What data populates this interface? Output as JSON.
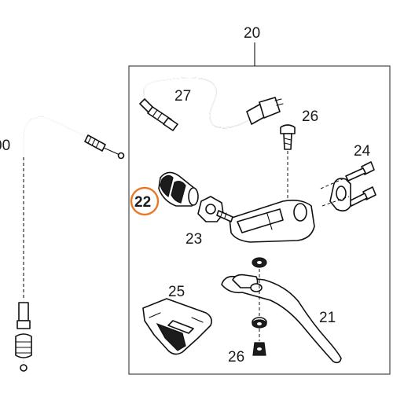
{
  "diagram": {
    "callouts": {
      "assembly": "20",
      "lever": "21",
      "adjuster_highlighted": "22",
      "adjuster_screw": "23",
      "clamp_screws": "24",
      "lever_guard": "25",
      "bolt_top": "26",
      "bolt_bottom": "26",
      "switch": "27",
      "cable_partial": "00"
    },
    "highlight_color": "#e8792a",
    "line_color": "#111111",
    "frame_color": "#555555"
  }
}
